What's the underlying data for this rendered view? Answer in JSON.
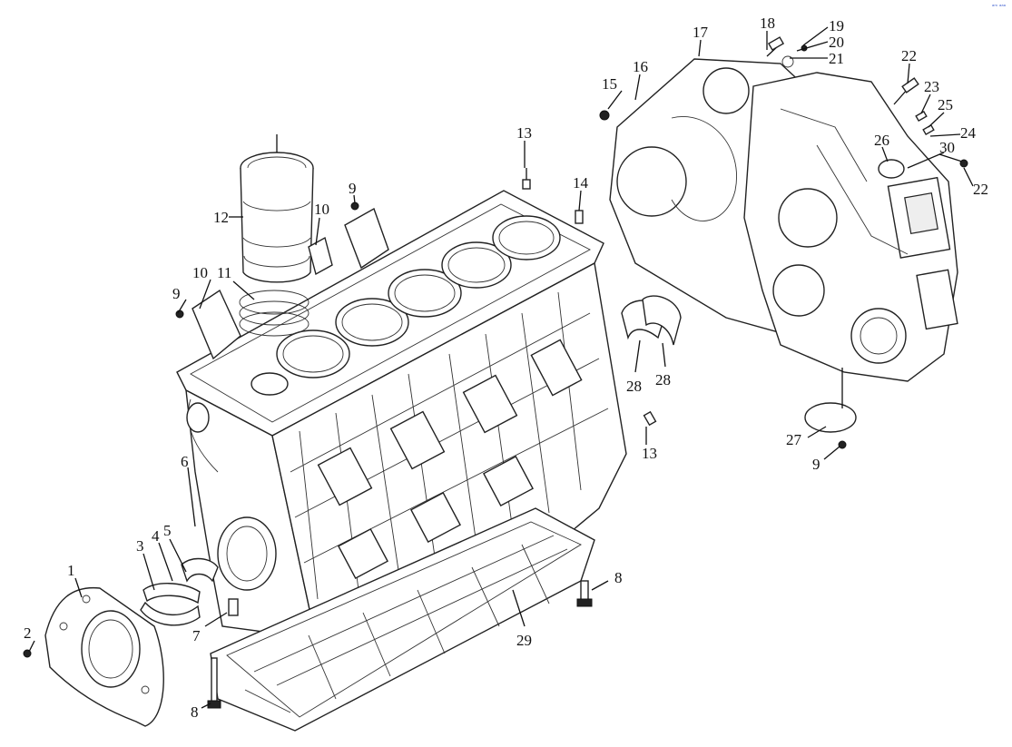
{
  "diagram": {
    "callouts": [
      "1",
      "2",
      "3",
      "4",
      "5",
      "6",
      "7",
      "8",
      "8",
      "9",
      "9",
      "9",
      "10",
      "10",
      "11",
      "12",
      "13",
      "13",
      "14",
      "15",
      "16",
      "17",
      "18",
      "19",
      "20",
      "21",
      "22",
      "22",
      "23",
      "24",
      "25",
      "26",
      "27",
      "28",
      "28",
      "29",
      "30"
    ],
    "corner_mark": "ᵃᵐ ᵃᵃᵃ"
  }
}
